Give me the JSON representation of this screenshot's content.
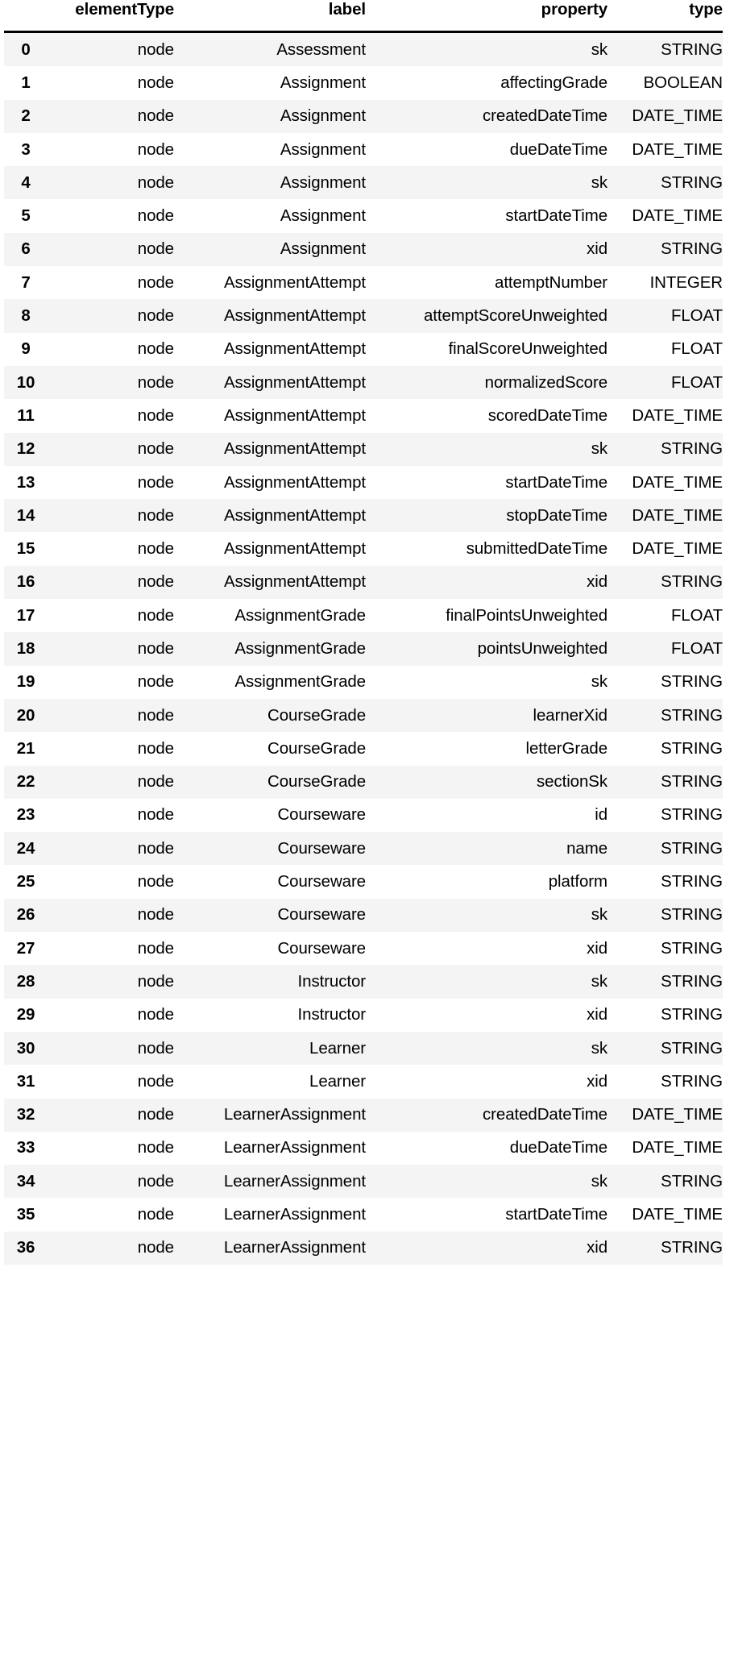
{
  "table": {
    "index_header": "",
    "columns": [
      "elementType",
      "label",
      "property",
      "type"
    ],
    "stripe_color": "#f4f4f4",
    "text_color": "#000000",
    "rule_color": "#000000",
    "row_count": 37,
    "rows": [
      {
        "index": "0",
        "elementType": "node",
        "label": "Assessment",
        "property": "sk",
        "type": "STRING"
      },
      {
        "index": "1",
        "elementType": "node",
        "label": "Assignment",
        "property": "affectingGrade",
        "type": "BOOLEAN"
      },
      {
        "index": "2",
        "elementType": "node",
        "label": "Assignment",
        "property": "createdDateTime",
        "type": "DATE_TIME"
      },
      {
        "index": "3",
        "elementType": "node",
        "label": "Assignment",
        "property": "dueDateTime",
        "type": "DATE_TIME"
      },
      {
        "index": "4",
        "elementType": "node",
        "label": "Assignment",
        "property": "sk",
        "type": "STRING"
      },
      {
        "index": "5",
        "elementType": "node",
        "label": "Assignment",
        "property": "startDateTime",
        "type": "DATE_TIME"
      },
      {
        "index": "6",
        "elementType": "node",
        "label": "Assignment",
        "property": "xid",
        "type": "STRING"
      },
      {
        "index": "7",
        "elementType": "node",
        "label": "AssignmentAttempt",
        "property": "attemptNumber",
        "type": "INTEGER"
      },
      {
        "index": "8",
        "elementType": "node",
        "label": "AssignmentAttempt",
        "property": "attemptScoreUnweighted",
        "type": "FLOAT"
      },
      {
        "index": "9",
        "elementType": "node",
        "label": "AssignmentAttempt",
        "property": "finalScoreUnweighted",
        "type": "FLOAT"
      },
      {
        "index": "10",
        "elementType": "node",
        "label": "AssignmentAttempt",
        "property": "normalizedScore",
        "type": "FLOAT"
      },
      {
        "index": "11",
        "elementType": "node",
        "label": "AssignmentAttempt",
        "property": "scoredDateTime",
        "type": "DATE_TIME"
      },
      {
        "index": "12",
        "elementType": "node",
        "label": "AssignmentAttempt",
        "property": "sk",
        "type": "STRING"
      },
      {
        "index": "13",
        "elementType": "node",
        "label": "AssignmentAttempt",
        "property": "startDateTime",
        "type": "DATE_TIME"
      },
      {
        "index": "14",
        "elementType": "node",
        "label": "AssignmentAttempt",
        "property": "stopDateTime",
        "type": "DATE_TIME"
      },
      {
        "index": "15",
        "elementType": "node",
        "label": "AssignmentAttempt",
        "property": "submittedDateTime",
        "type": "DATE_TIME"
      },
      {
        "index": "16",
        "elementType": "node",
        "label": "AssignmentAttempt",
        "property": "xid",
        "type": "STRING"
      },
      {
        "index": "17",
        "elementType": "node",
        "label": "AssignmentGrade",
        "property": "finalPointsUnweighted",
        "type": "FLOAT"
      },
      {
        "index": "18",
        "elementType": "node",
        "label": "AssignmentGrade",
        "property": "pointsUnweighted",
        "type": "FLOAT"
      },
      {
        "index": "19",
        "elementType": "node",
        "label": "AssignmentGrade",
        "property": "sk",
        "type": "STRING"
      },
      {
        "index": "20",
        "elementType": "node",
        "label": "CourseGrade",
        "property": "learnerXid",
        "type": "STRING"
      },
      {
        "index": "21",
        "elementType": "node",
        "label": "CourseGrade",
        "property": "letterGrade",
        "type": "STRING"
      },
      {
        "index": "22",
        "elementType": "node",
        "label": "CourseGrade",
        "property": "sectionSk",
        "type": "STRING"
      },
      {
        "index": "23",
        "elementType": "node",
        "label": "Courseware",
        "property": "id",
        "type": "STRING"
      },
      {
        "index": "24",
        "elementType": "node",
        "label": "Courseware",
        "property": "name",
        "type": "STRING"
      },
      {
        "index": "25",
        "elementType": "node",
        "label": "Courseware",
        "property": "platform",
        "type": "STRING"
      },
      {
        "index": "26",
        "elementType": "node",
        "label": "Courseware",
        "property": "sk",
        "type": "STRING"
      },
      {
        "index": "27",
        "elementType": "node",
        "label": "Courseware",
        "property": "xid",
        "type": "STRING"
      },
      {
        "index": "28",
        "elementType": "node",
        "label": "Instructor",
        "property": "sk",
        "type": "STRING"
      },
      {
        "index": "29",
        "elementType": "node",
        "label": "Instructor",
        "property": "xid",
        "type": "STRING"
      },
      {
        "index": "30",
        "elementType": "node",
        "label": "Learner",
        "property": "sk",
        "type": "STRING"
      },
      {
        "index": "31",
        "elementType": "node",
        "label": "Learner",
        "property": "xid",
        "type": "STRING"
      },
      {
        "index": "32",
        "elementType": "node",
        "label": "LearnerAssignment",
        "property": "createdDateTime",
        "type": "DATE_TIME"
      },
      {
        "index": "33",
        "elementType": "node",
        "label": "LearnerAssignment",
        "property": "dueDateTime",
        "type": "DATE_TIME"
      },
      {
        "index": "34",
        "elementType": "node",
        "label": "LearnerAssignment",
        "property": "sk",
        "type": "STRING"
      },
      {
        "index": "35",
        "elementType": "node",
        "label": "LearnerAssignment",
        "property": "startDateTime",
        "type": "DATE_TIME"
      },
      {
        "index": "36",
        "elementType": "node",
        "label": "LearnerAssignment",
        "property": "xid",
        "type": "STRING"
      }
    ]
  }
}
